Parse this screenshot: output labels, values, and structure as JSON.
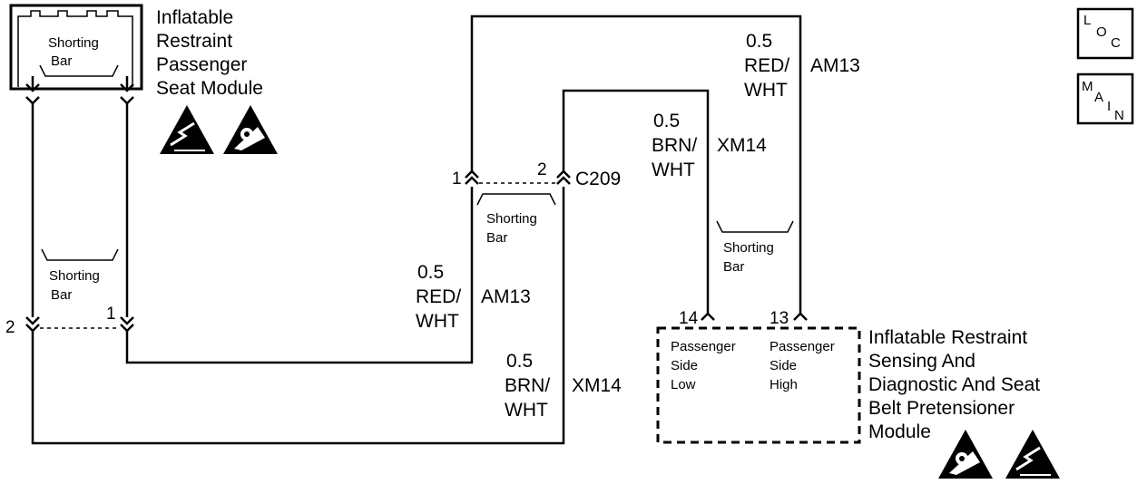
{
  "passenger_seat_module": {
    "title_lines": [
      "Inflatable",
      "Restraint",
      "Passenger",
      "Seat Module"
    ],
    "shorting_bar_lines": [
      "Shorting",
      "Bar"
    ]
  },
  "left_connector": {
    "pin_left": "2",
    "pin_right": "1",
    "shorting_bar_lines": [
      "Shorting",
      "Bar"
    ]
  },
  "connector_c209": {
    "name": "C209",
    "pin_left": "1",
    "pin_right": "2",
    "shorting_bar_lines": [
      "Shorting",
      "Bar"
    ]
  },
  "wires": {
    "red_left": {
      "gauge": "0.5",
      "color_lines": [
        "RED/",
        "WHT"
      ],
      "circuit": "AM13"
    },
    "brn_bottom": {
      "gauge": "0.5",
      "color_lines": [
        "BRN/",
        "WHT"
      ],
      "circuit": "XM14"
    },
    "brn_upper": {
      "gauge": "0.5",
      "color_lines": [
        "BRN/",
        "WHT"
      ],
      "circuit": "XM14"
    },
    "red_upper": {
      "gauge": "0.5",
      "color_lines": [
        "RED/",
        "WHT"
      ],
      "circuit": "AM13"
    }
  },
  "sdm": {
    "pin_left": "14",
    "pin_right": "13",
    "shorting_bar_lines": [
      "Shorting",
      "Bar"
    ],
    "pin14_lines": [
      "Passenger",
      "Side",
      "Low"
    ],
    "pin13_lines": [
      "Passenger",
      "Side",
      "High"
    ],
    "title_lines": [
      "Inflatable Restraint",
      "Sensing And",
      "Diagnostic And Seat",
      "Belt Pretensioner",
      "Module"
    ]
  },
  "nav": {
    "loc": {
      "chars": [
        "L",
        "O",
        "C"
      ]
    },
    "main": {
      "chars": [
        "M",
        "A",
        "I",
        "N"
      ]
    }
  },
  "icons": [
    "esd-sensitive-icon",
    "airbag-caution-icon",
    "airbag-caution-icon",
    "esd-sensitive-icon"
  ]
}
